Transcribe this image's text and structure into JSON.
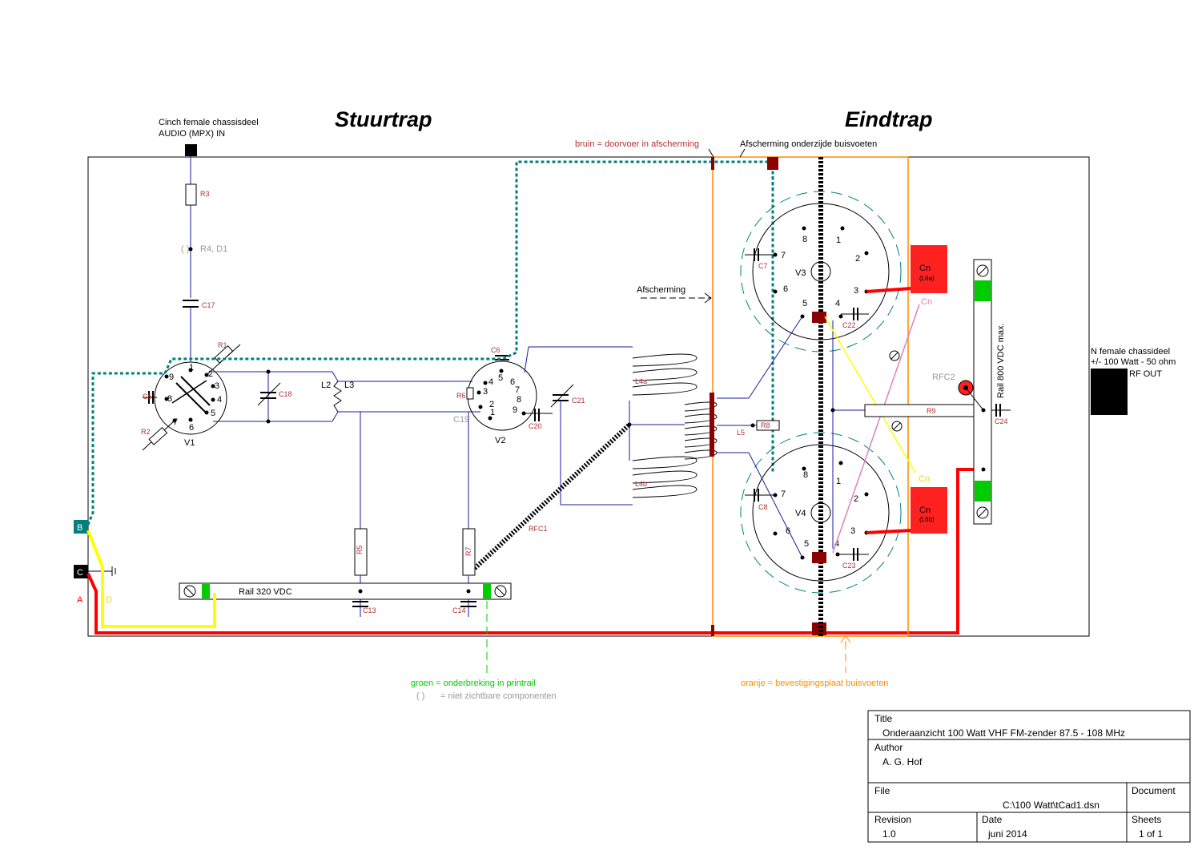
{
  "headings": {
    "stuurtrap": "Stuurtrap",
    "eindtrap": "Eindtrap"
  },
  "input": {
    "line1": "Cinch female chassisdeel",
    "line2": "AUDIO (MPX) IN"
  },
  "output": {
    "line1": "N female chassideel",
    "line2": "+/- 100 Watt - 50 ohm",
    "line3": "RF OUT"
  },
  "notes": {
    "bruin": "bruin = doorvoer in afscherming",
    "afscherming_top": "Afscherming onderzijde buisvoeten",
    "afscherming_side": "Afscherming",
    "groen": "groen = onderbreking in printrail",
    "oranje": "oranje = bevestigingsplaat buisvoeten",
    "niet_zichtbaar": "= niet zichtbare componenten"
  },
  "rails": {
    "rail320": "Rail 320 VDC",
    "rail800": "Rail 800 VDC max."
  },
  "terminals": {
    "B": "B",
    "C": "C",
    "A": "A",
    "D": "D"
  },
  "components": {
    "R1": "R1",
    "R2": "R2",
    "R3": "R3",
    "R4D1": "R4, D1",
    "R5": "R5",
    "R6": "R6",
    "R7": "R7",
    "R8": "R8",
    "R9": "R9",
    "C5": "C5",
    "C6": "C6",
    "C7": "C7",
    "C8": "C8",
    "C13": "C13",
    "C14": "C14",
    "C17": "C17",
    "C18": "C18",
    "C19": "C19",
    "C20": "C20",
    "C21": "C21",
    "C22": "C22",
    "C23": "C23",
    "C24": "C24",
    "L2": "L2",
    "L3": "L3",
    "L4a": "L4a",
    "L4b": "L4b",
    "L5": "L5",
    "RFC1": "RFC1",
    "RFC2": "RFC2",
    "V1": "V1",
    "V2": "V2",
    "V3": "V3",
    "V4": "V4",
    "Cn": "Cn",
    "L6a": "(L6a)",
    "L6b": "(L6b)"
  },
  "colors": {
    "wire": "#1a1aa0",
    "shield_dashed": "#008080",
    "red_wire": "#ff0000",
    "yellow_wire": "#ffff00",
    "orange_plate": "#ff8c00",
    "brown": "#8b0000",
    "green_break": "#00cc00",
    "pink": "#e080c0",
    "cn_box": "#ff2020"
  },
  "title_block": {
    "title_label": "Title",
    "title_value": "Onderaanzicht 100 Watt VHF FM-zender 87.5 - 108 MHz",
    "author_label": "Author",
    "author_value": "A. G. Hof",
    "file_label": "File",
    "file_value": "C:\\100 Watt\\tCad1.dsn",
    "document_label": "Document",
    "revision_label": "Revision",
    "revision_value": "1.0",
    "date_label": "Date",
    "date_value": "juni 2014",
    "sheets_label": "Sheets",
    "sheets_value": "1 of 1"
  }
}
